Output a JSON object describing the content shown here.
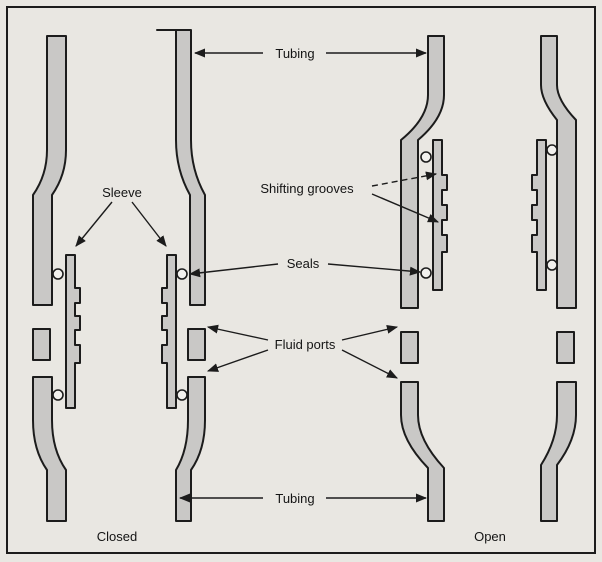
{
  "labels": {
    "tubing_top": "Tubing",
    "tubing_bottom": "Tubing",
    "sleeve": "Sleeve",
    "shifting_grooves": "Shifting grooves",
    "seals": "Seals",
    "fluid_ports": "Fluid ports",
    "closed": "Closed",
    "open": "Open"
  },
  "colors": {
    "wall_fill": "#c9c8c6",
    "background": "#e9e7e2",
    "line": "#1c1c1c"
  }
}
